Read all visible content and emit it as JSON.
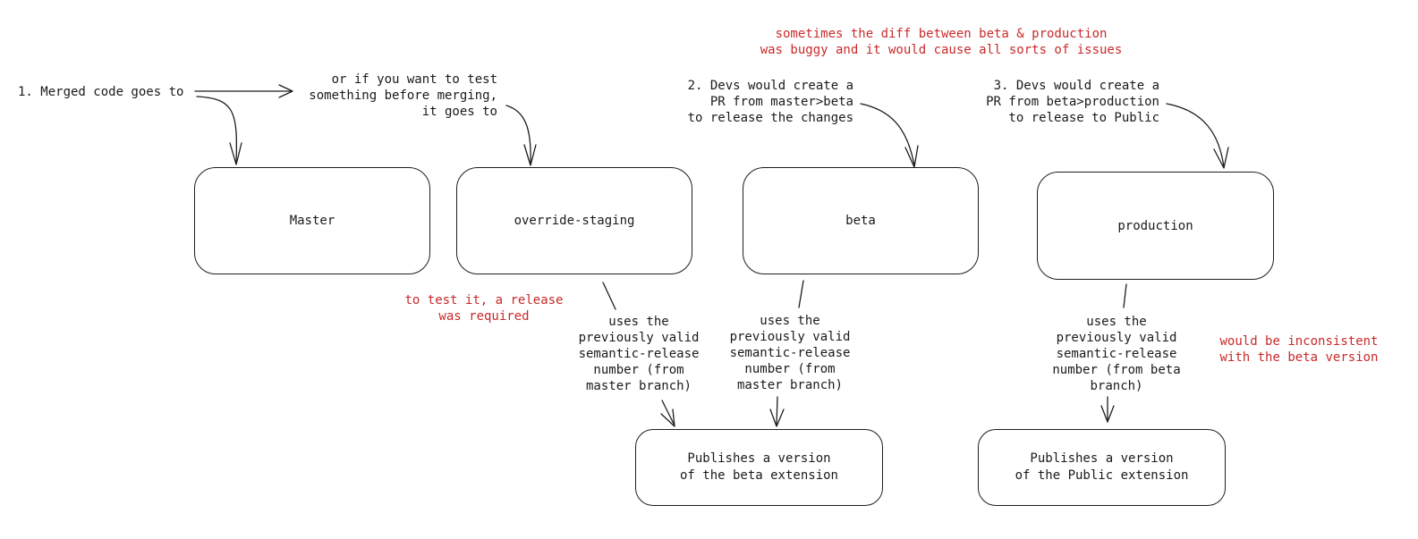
{
  "boxes": {
    "master": "Master",
    "override_staging": "override-staging",
    "beta": "beta",
    "production": "production",
    "publish_beta": "Publishes a version\nof the beta extension",
    "publish_public": "Publishes a version\nof the Public extension"
  },
  "notes": {
    "merged_code": "1. Merged code goes to",
    "test_before_merge": "or if you want to test\nsomething before merging,\nit goes to",
    "devs_master_beta": "2. Devs would create a\nPR from master>beta\nto release the changes",
    "devs_beta_production": "3. Devs would create a\nPR from beta>production\nto release to Public",
    "uses_prev_master_1": "uses the\npreviously valid\nsemantic-release\nnumber (from\nmaster branch)",
    "uses_prev_master_2": "uses the\npreviously valid\nsemantic-release\nnumber (from\nmaster branch)",
    "uses_prev_beta": "uses the\npreviously valid\nsemantic-release\nnumber (from beta\nbranch)"
  },
  "red_notes": {
    "diff_buggy": "sometimes the diff between beta & production\nwas buggy and it would cause all sorts of issues",
    "test_release_required": "to test it, a release\nwas required",
    "inconsistent": "would be inconsistent\nwith the beta version"
  },
  "colors": {
    "stroke": "#1e1e1e",
    "accent": "#c92a2a"
  }
}
